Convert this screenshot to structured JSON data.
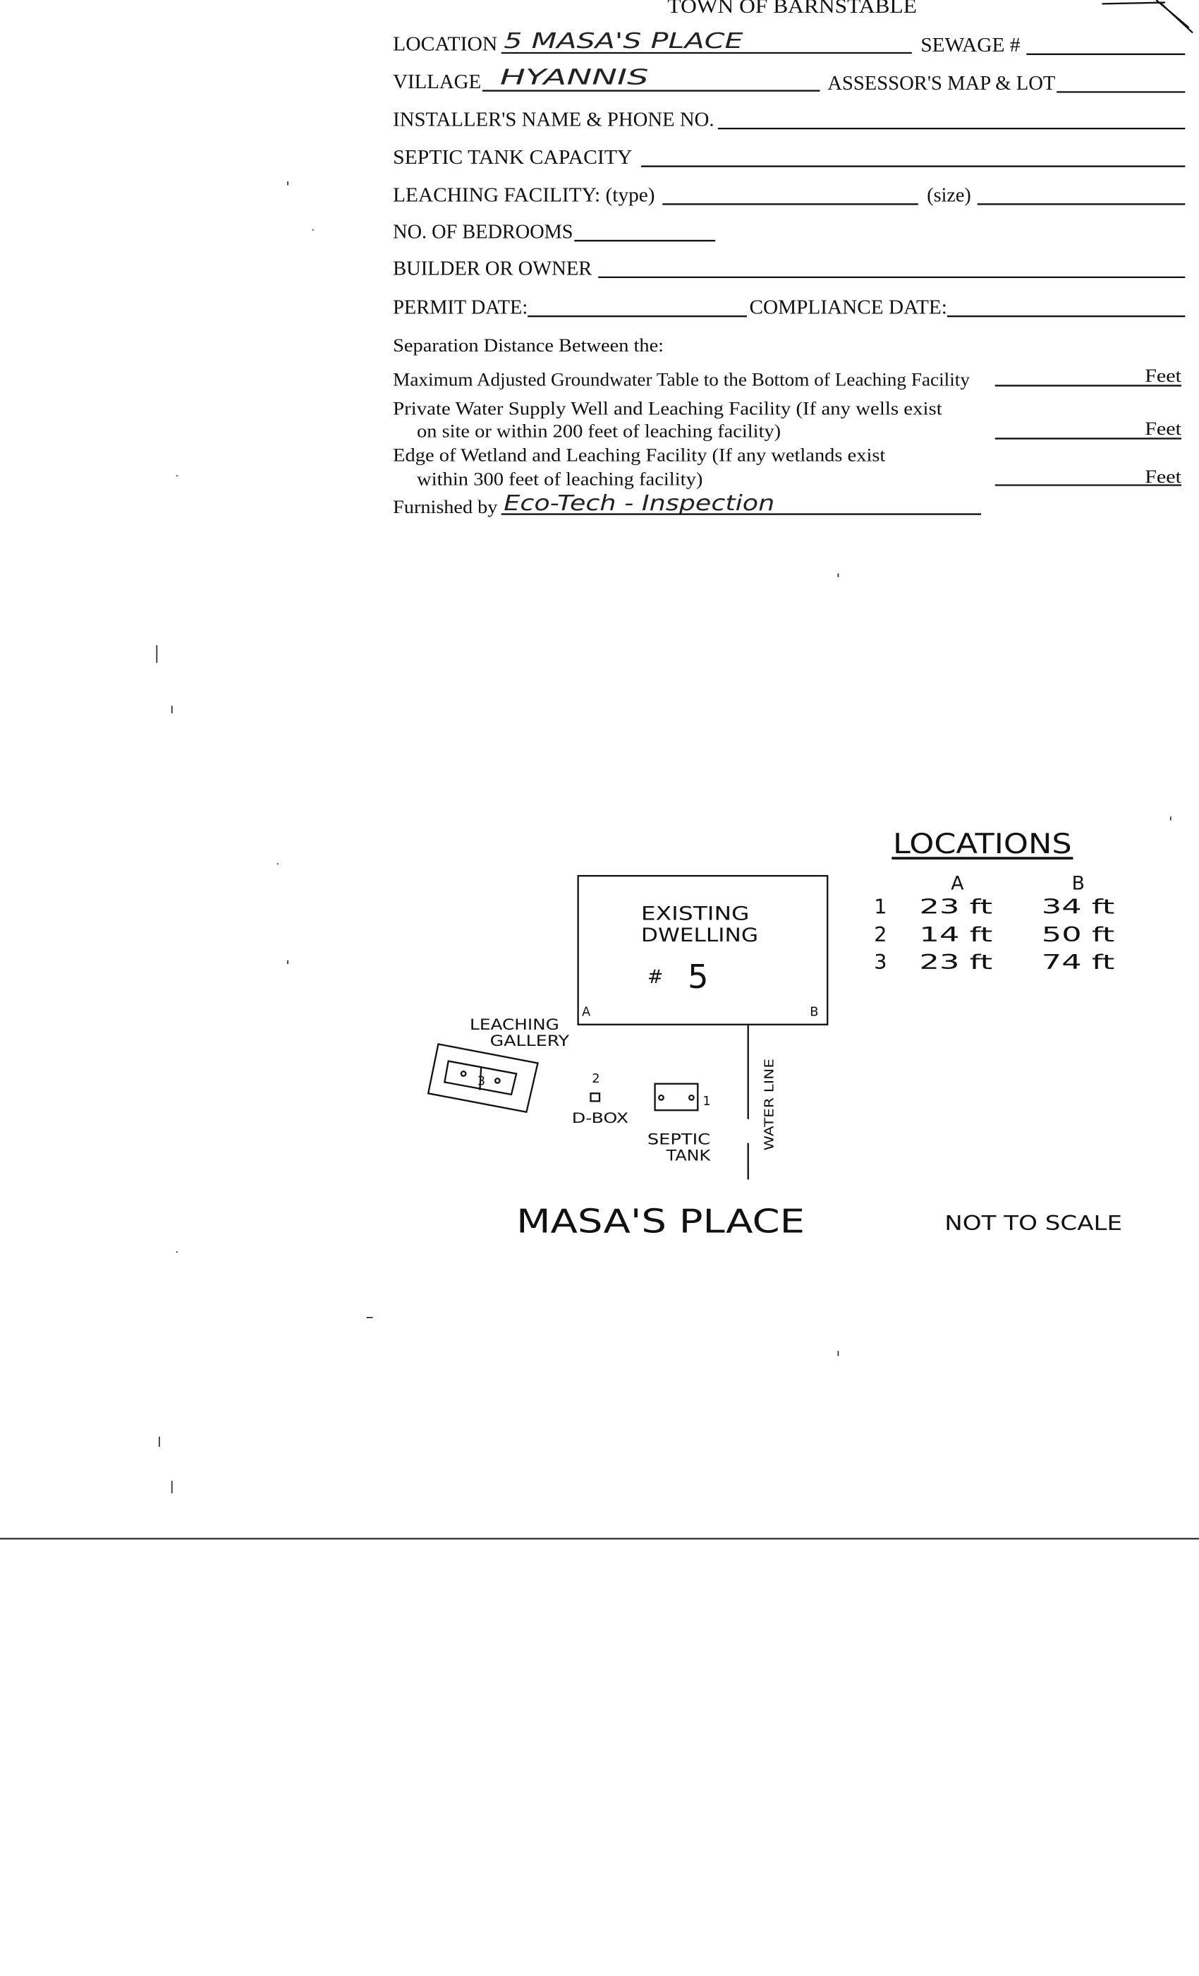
{
  "form": {
    "title": "TOWN OF BARNSTABLE",
    "location_label": "LOCATION",
    "location_value": "5 MASA'S PLACE",
    "sewage_label": "SEWAGE #",
    "sewage_value": "",
    "village_label": "VILLAGE",
    "village_value": "HYANNIS",
    "assessor_label": "ASSESSOR'S MAP & LOT",
    "installer_label": "INSTALLER'S NAME & PHONE NO.",
    "septic_capacity_label": "SEPTIC TANK CAPACITY",
    "leaching_type_label": "LEACHING FACILITY: (type)",
    "leaching_size_label": "(size)",
    "bedrooms_label": "NO. OF BEDROOMS",
    "builder_label": "BUILDER OR OWNER",
    "permit_date_label": "PERMIT DATE:",
    "compliance_date_label": "COMPLIANCE  DATE:",
    "separation_heading": "Separation Distance Between the:",
    "separation_rows": [
      {
        "line1": "Maximum Adjusted Groundwater Table to the Bottom of Leaching Facility",
        "line2": "",
        "unit": "Feet"
      },
      {
        "line1": "Private Water Supply Well and Leaching Facility  (If any wells exist",
        "line2": "on site or within 200 feet of leaching facility)",
        "unit": "Feet"
      },
      {
        "line1": "Edge of Wetland and Leaching Facility (If any wetlands exist",
        "line2": "within 300 feet of leaching facility)",
        "unit": "Feet"
      }
    ],
    "furnished_label": "Furnished by",
    "furnished_value": "Eco-Tech - Inspection"
  },
  "diagram": {
    "locations_title": "LOCATIONS",
    "columns": [
      "A",
      "B"
    ],
    "rows": [
      {
        "num": "1",
        "a": "23 ft",
        "b": "34 ft"
      },
      {
        "num": "2",
        "a": "14 ft",
        "b": "50 ft"
      },
      {
        "num": "3",
        "a": "23 ft",
        "b": "74 ft"
      }
    ],
    "dwelling_line1": "EXISTING",
    "dwelling_line2": "DWELLING",
    "dwelling_hash": "#",
    "dwelling_number": "5",
    "corner_a": "A",
    "corner_b": "B",
    "leaching_line1": "LEACHING",
    "leaching_line2": "GALLERY",
    "gallery_point": "3",
    "dbox_point": "2",
    "dbox_label": "D-BOX",
    "tank_point": "1",
    "tank_line1": "SEPTIC",
    "tank_line2": "TANK",
    "water_line_label": "WATER  LINE",
    "site_title": "MASA'S PLACE",
    "scale_note": "NOT TO SCALE"
  }
}
